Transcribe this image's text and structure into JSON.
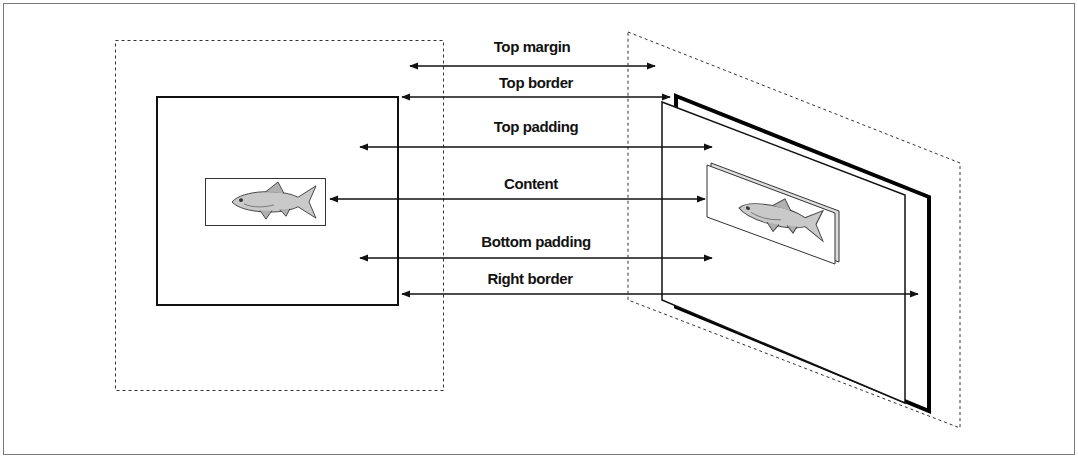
{
  "diagram": {
    "labels": [
      "Top margin",
      "Top border",
      "Top padding",
      "Content",
      "Bottom padding",
      "Right border"
    ]
  }
}
